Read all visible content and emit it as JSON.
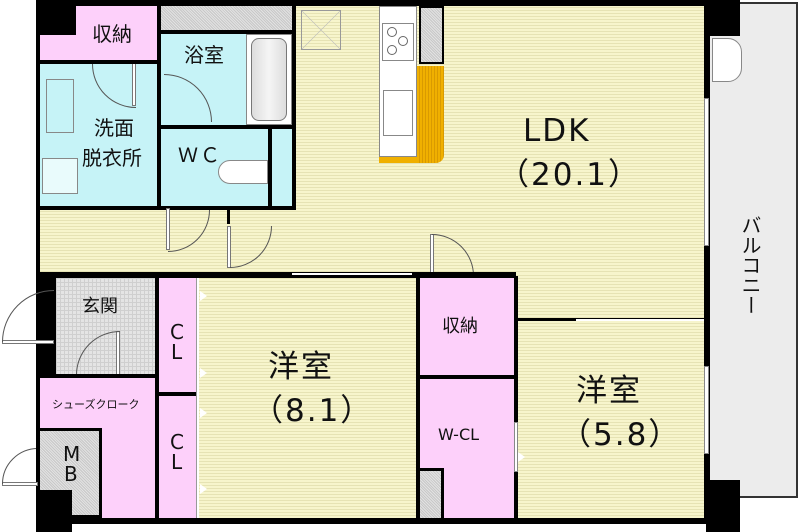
{
  "floor_plan": {
    "rooms": {
      "storage_top": {
        "label": "収納"
      },
      "bath": {
        "label": "浴室"
      },
      "washroom": {
        "line1": "洗面",
        "line2": "脱衣所"
      },
      "wc": {
        "label": "ＷＣ"
      },
      "ldk": {
        "label": "LDK",
        "size": "（20.1）"
      },
      "balcony": {
        "label": "バルコニー"
      },
      "entrance": {
        "label": "玄関"
      },
      "shoe_closet": {
        "label": "シューズクローク"
      },
      "mb": {
        "line1": "M",
        "line2": "B"
      },
      "closet_1": {
        "line1": "C",
        "line2": "L"
      },
      "closet_2": {
        "line1": "C",
        "line2": "L"
      },
      "western_room_1": {
        "label": "洋室",
        "size": "（8.1）"
      },
      "storage_mid": {
        "label": "収納"
      },
      "walk_in_closet": {
        "label": "W-CL"
      },
      "western_room_2": {
        "label": "洋室",
        "size": "（5.8）"
      }
    },
    "colors": {
      "floor": "#f7f5cc",
      "wet_area": "#c6f3f7",
      "storage": "#fdd0fa",
      "kitchen_counter": "#f0b000",
      "balcony": "#ececec",
      "wall": "#000000"
    }
  }
}
